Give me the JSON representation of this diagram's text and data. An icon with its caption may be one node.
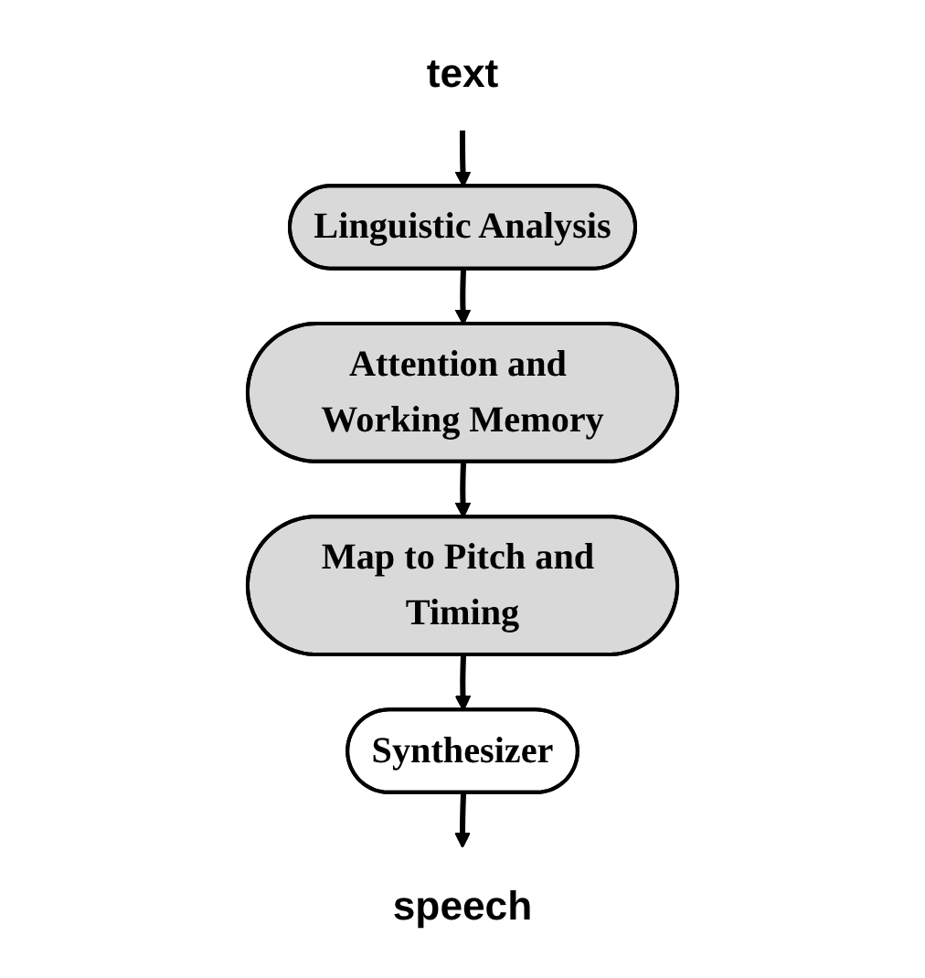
{
  "diagram": {
    "nodes": [
      {
        "text": [
          "text"
        ]
      },
      {
        "text": [
          "Linguistic Analysis"
        ]
      },
      {
        "text": [
          "Attention and Working Memory"
        ]
      },
      {
        "text": [
          "Map to Pitch and Timing"
        ]
      },
      {
        "text": [
          "Synthesizer"
        ]
      },
      {
        "text": [
          "speech"
        ]
      }
    ],
    "edges": [
      {
        "from": 0,
        "to": 1,
        "arrow": "to"
      },
      {
        "from": 1,
        "to": 2,
        "arrow": "to"
      },
      {
        "from": 2,
        "to": 3,
        "arrow": "to"
      },
      {
        "from": 3,
        "to": 4,
        "arrow": "to"
      },
      {
        "from": 4,
        "to": 5,
        "arrow": "to"
      }
    ]
  }
}
